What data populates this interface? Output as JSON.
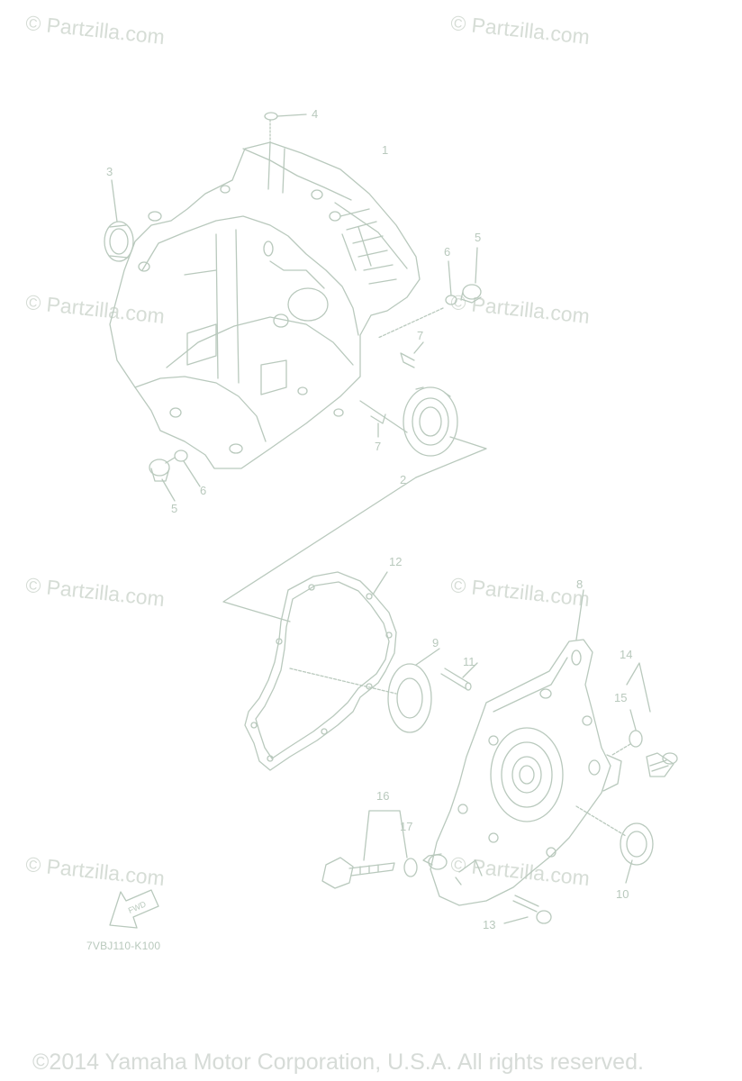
{
  "watermarks": [
    "© Partzilla.com",
    "© Partzilla.com",
    "© Partzilla.com",
    "© Partzilla.com",
    "© Partzilla.com",
    "© Partzilla.com",
    "© Partzilla.com",
    "© Partzilla.com"
  ],
  "callouts": {
    "c1": "1",
    "c2": "2",
    "c3": "3",
    "c4": "4",
    "c5a": "5",
    "c5b": "5",
    "c6a": "6",
    "c6b": "6",
    "c7a": "7",
    "c7b": "7",
    "c8": "8",
    "c9": "9",
    "c10": "10",
    "c11": "11",
    "c12": "12",
    "c13": "13",
    "c14": "14",
    "c15": "15",
    "c16": "16",
    "c17": "17"
  },
  "fwd_label": "FWD",
  "diagram_code": "7VBJ110-K100",
  "copyright": "©2014 Yamaha Motor Corporation, U.S.A. All rights reserved.",
  "colors": {
    "line": "#b9c9bd",
    "watermark": "#d6ddd6"
  }
}
